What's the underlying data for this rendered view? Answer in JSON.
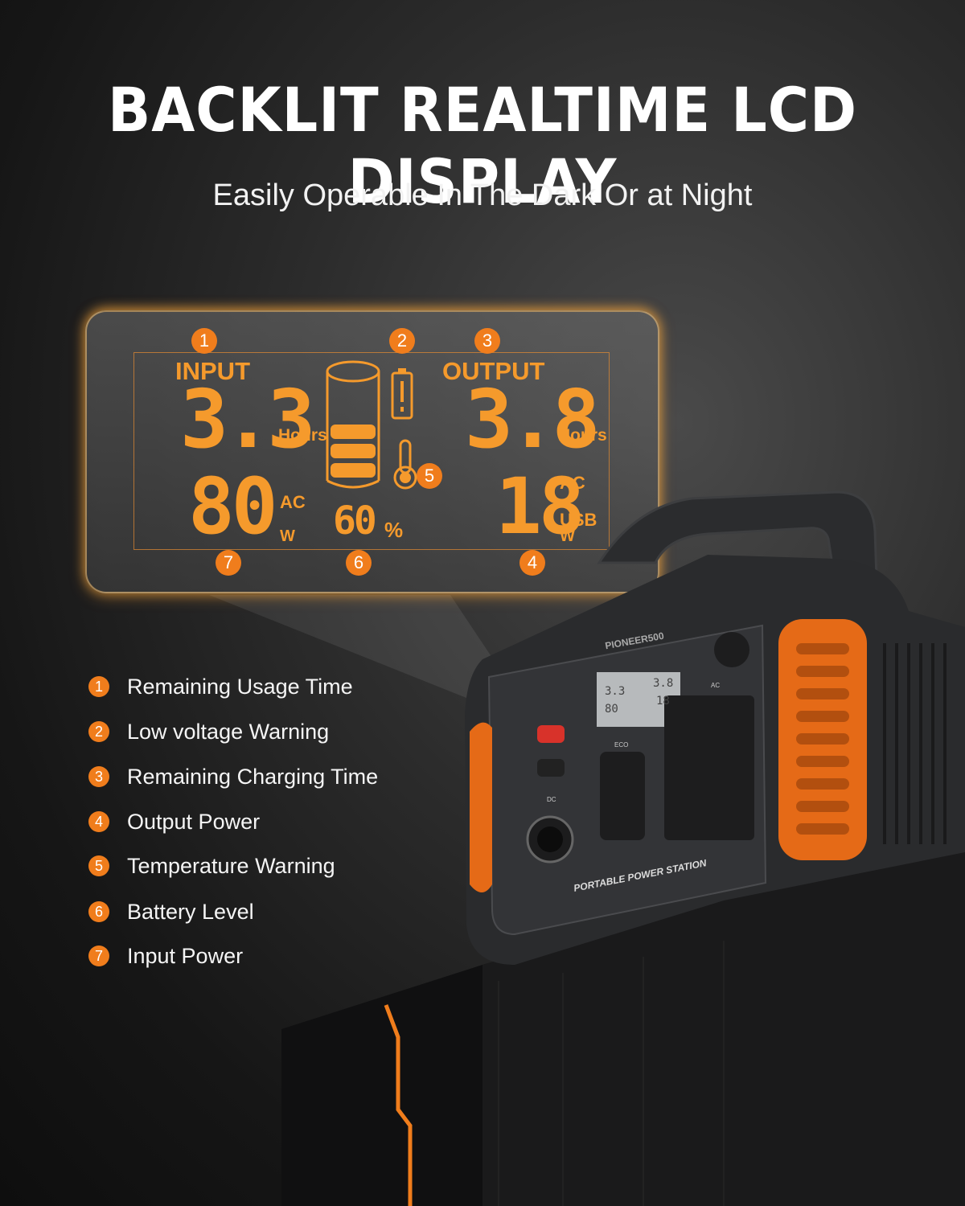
{
  "header": {
    "title": "BACKLIT  REALTIME LCD DISPLAY",
    "subtitle": "Easily Operable In The Dark Or at Night"
  },
  "lcd": {
    "input_label": "INPUT",
    "input_time": "3.3",
    "input_time_unit": "Hours",
    "input_power": "80",
    "input_power_type": "AC",
    "input_power_unit": "W",
    "battery_percent": "60",
    "percent_sign": "%",
    "output_label": "OUTPUT",
    "output_time": "3.8",
    "output_time_unit": "Hours",
    "output_power": "18",
    "output_power_ac": "AC",
    "output_power_usb": "USB",
    "output_power_unit": "W",
    "battery_level_fraction": 0.6
  },
  "badges": [
    "1",
    "2",
    "3",
    "4",
    "5",
    "6",
    "7"
  ],
  "legend": [
    {
      "num": "1",
      "label": "Remaining Usage Time"
    },
    {
      "num": "2",
      "label": "Low voltage Warning"
    },
    {
      "num": "3",
      "label": "Remaining Charging Time"
    },
    {
      "num": "4",
      "label": "Output Power"
    },
    {
      "num": "5",
      "label": "Temperature Warning"
    },
    {
      "num": "6",
      "label": "Battery Level"
    },
    {
      "num": "7",
      "label": "Input Power"
    }
  ],
  "product": {
    "brand": "PIONEER500",
    "tagline": "PORTABLE POWER STATION",
    "eco_label": "ECO",
    "dc_label": "DC",
    "ac_label": "AC",
    "mini_in_time": "3.3",
    "mini_out_time": "3.8",
    "mini_in_power": "80",
    "mini_out_power": "18"
  },
  "colors": {
    "accent": "#f07d1c",
    "lcd": "#f59a2c",
    "body_dark": "#2a2b2d"
  }
}
